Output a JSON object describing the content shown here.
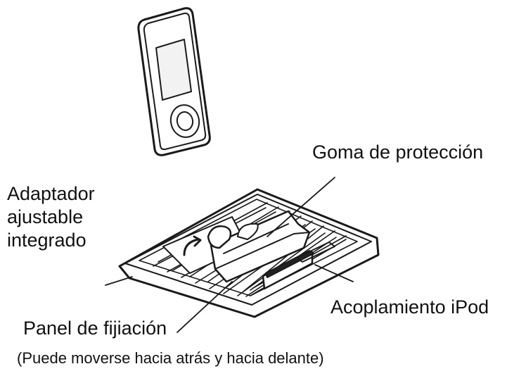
{
  "labels": {
    "goma": "Goma de protección",
    "adaptador": [
      "Adaptador",
      "ajustable",
      "integrado"
    ],
    "acoplamiento": "Acoplamiento iPod",
    "panel": "Panel de fijiación",
    "note": "(Puede moverse hacia atrás y hacia delante)"
  },
  "colors": {
    "line": "#1a1a1a",
    "fill": "#ffffff",
    "screen": "#f2f2f2",
    "dark": "#222222"
  }
}
